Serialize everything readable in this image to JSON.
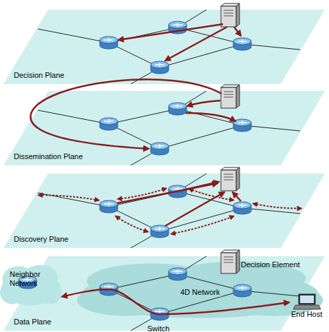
{
  "diagram": {
    "nodes": [
      {
        "text": [
          "Decision Plane"
        ]
      },
      {
        "text": [
          "Dissemination Plane"
        ]
      },
      {
        "text": [
          "Discovery Plane"
        ]
      },
      {
        "text": [
          "Data Plane"
        ]
      },
      {
        "text": [
          "Neighbor Network"
        ],
        "in": 3
      },
      {
        "text": [
          "4D Network"
        ],
        "in": 3
      },
      {
        "text": [
          "End Host"
        ],
        "in": 3
      }
    ],
    "edges": [
      {
        "from": 4,
        "to": 6,
        "arrow": "both"
      }
    ],
    "labels": [
      "Decision Element",
      "Switch"
    ]
  }
}
